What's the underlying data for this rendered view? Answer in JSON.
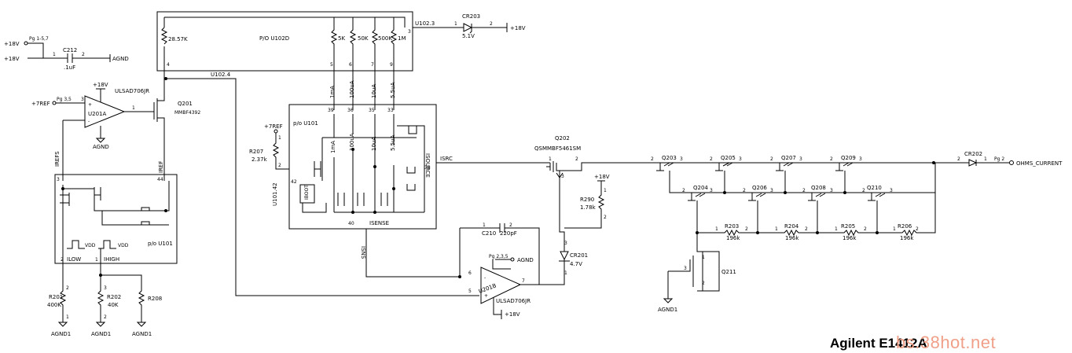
{
  "labels": {
    "p18v_a": "+18V",
    "pg157": "Pg 1-5,7",
    "p18v_b": "+18V",
    "c212": "C212",
    "c212_val": ".1uF",
    "agnd_c212": "AGND",
    "u102d": "P/O U102D",
    "u1023": "U102.3",
    "u1024": "U102.4",
    "r2857": "28.57K",
    "r5k": "5K",
    "r50k": "50K",
    "r500k": "500K",
    "r1m": "1M",
    "cr203": "CR203",
    "cr203_val": "5.1V",
    "p18v_cr203": "+18V",
    "p18v_u201a": "+18V",
    "ulsad_a": "ULSAD706JR",
    "p7ref": "+7REF",
    "pg35_a": "Pg 3,5",
    "u201a": "U201A",
    "agnd_u201a": "AGND",
    "q201": "Q201",
    "q201_part": "MMBF4392",
    "irefs": "IREFS",
    "iref": "IREF",
    "po_u101_left": "p/o U101",
    "ilow": "ILOW",
    "ihigh": "IHIGH",
    "vdd1": "VDD",
    "vdd2": "VDD",
    "r201": "R201",
    "r201_val": "400K",
    "r202": "R202",
    "r202_val": "40K",
    "r208": "R208",
    "agnd1_a": "AGND1",
    "agnd1_b": "AGND1",
    "agnd1_c": "AGND1",
    "p7ref_r207": "+7REF",
    "po_u101_mid": "p/o U101",
    "r207": "R207",
    "r207_val": "2.37k",
    "u10142": "U101.42",
    "iboot": "IBOOT",
    "isense": "ISENSE",
    "isource": "ISOURCE",
    "ima": "1mA",
    "i100ua": "100uA",
    "i10ua": "10uA",
    "i55ua": "5.5uA",
    "ima_in": "1mA",
    "i100ua_in": "100uA",
    "i10ua_in": "10uA",
    "i55ua_in": "5.5uA",
    "isns": "ISNS",
    "isrc": "ISRC",
    "q202": "Q202",
    "q202_part": "QSMMBF5461SM",
    "p18v_r290": "+18V",
    "r290": "R290",
    "r290_val": "1.78k",
    "c210": "C210",
    "c210_val": "220pF",
    "pg35_b": "Pg 2,3,5",
    "agnd_u201b": "AGND",
    "u201b": "U201B",
    "ulsad_b": "ULSAD706JR",
    "p18v_u201b": "+18V",
    "cr201": "CR201",
    "cr201_val": "4.7V",
    "q203": "Q203",
    "q204": "Q204",
    "q205": "Q205",
    "q206": "Q206",
    "q207": "Q207",
    "q208": "Q208",
    "q209": "Q209",
    "q210": "Q210",
    "q211": "Q211",
    "r203": "R203",
    "r203_val": "196k",
    "r204": "R204",
    "r204_val": "196k",
    "r205": "R205",
    "r205_val": "196k",
    "r206": "R206",
    "r206_val": "196k",
    "cr202": "CR202",
    "pg2": "Pg 2",
    "ohms_current": "OHMS_CURRENT",
    "agnd1_q211": "AGND1"
  },
  "brand": "Agilent E1412A",
  "watermark": "bs.38hot.net"
}
